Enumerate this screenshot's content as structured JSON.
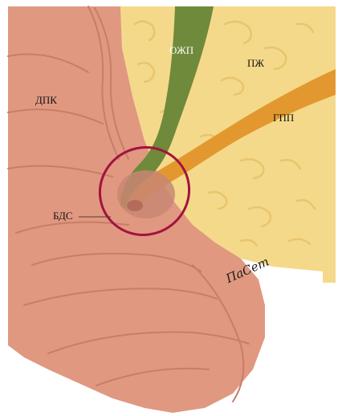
{
  "labels": {
    "duodenum": "ДПК",
    "pancreas": "ПЖ",
    "common_bile_duct": "ОЖП",
    "main_pancreatic_duct": "ГПП",
    "major_duodenal_papilla": "БДС"
  },
  "signature": "ПаСет",
  "colors": {
    "duodenum": "#e09880",
    "duodenum_fold": "#c97d67",
    "pancreas": "#f5d98a",
    "pancreas_texture": "#e8c56e",
    "bile_duct": "#6f8a3a",
    "pancreatic_duct": "#e3982f",
    "papilla": "#c88673",
    "highlight_ring": "#a3123f"
  }
}
